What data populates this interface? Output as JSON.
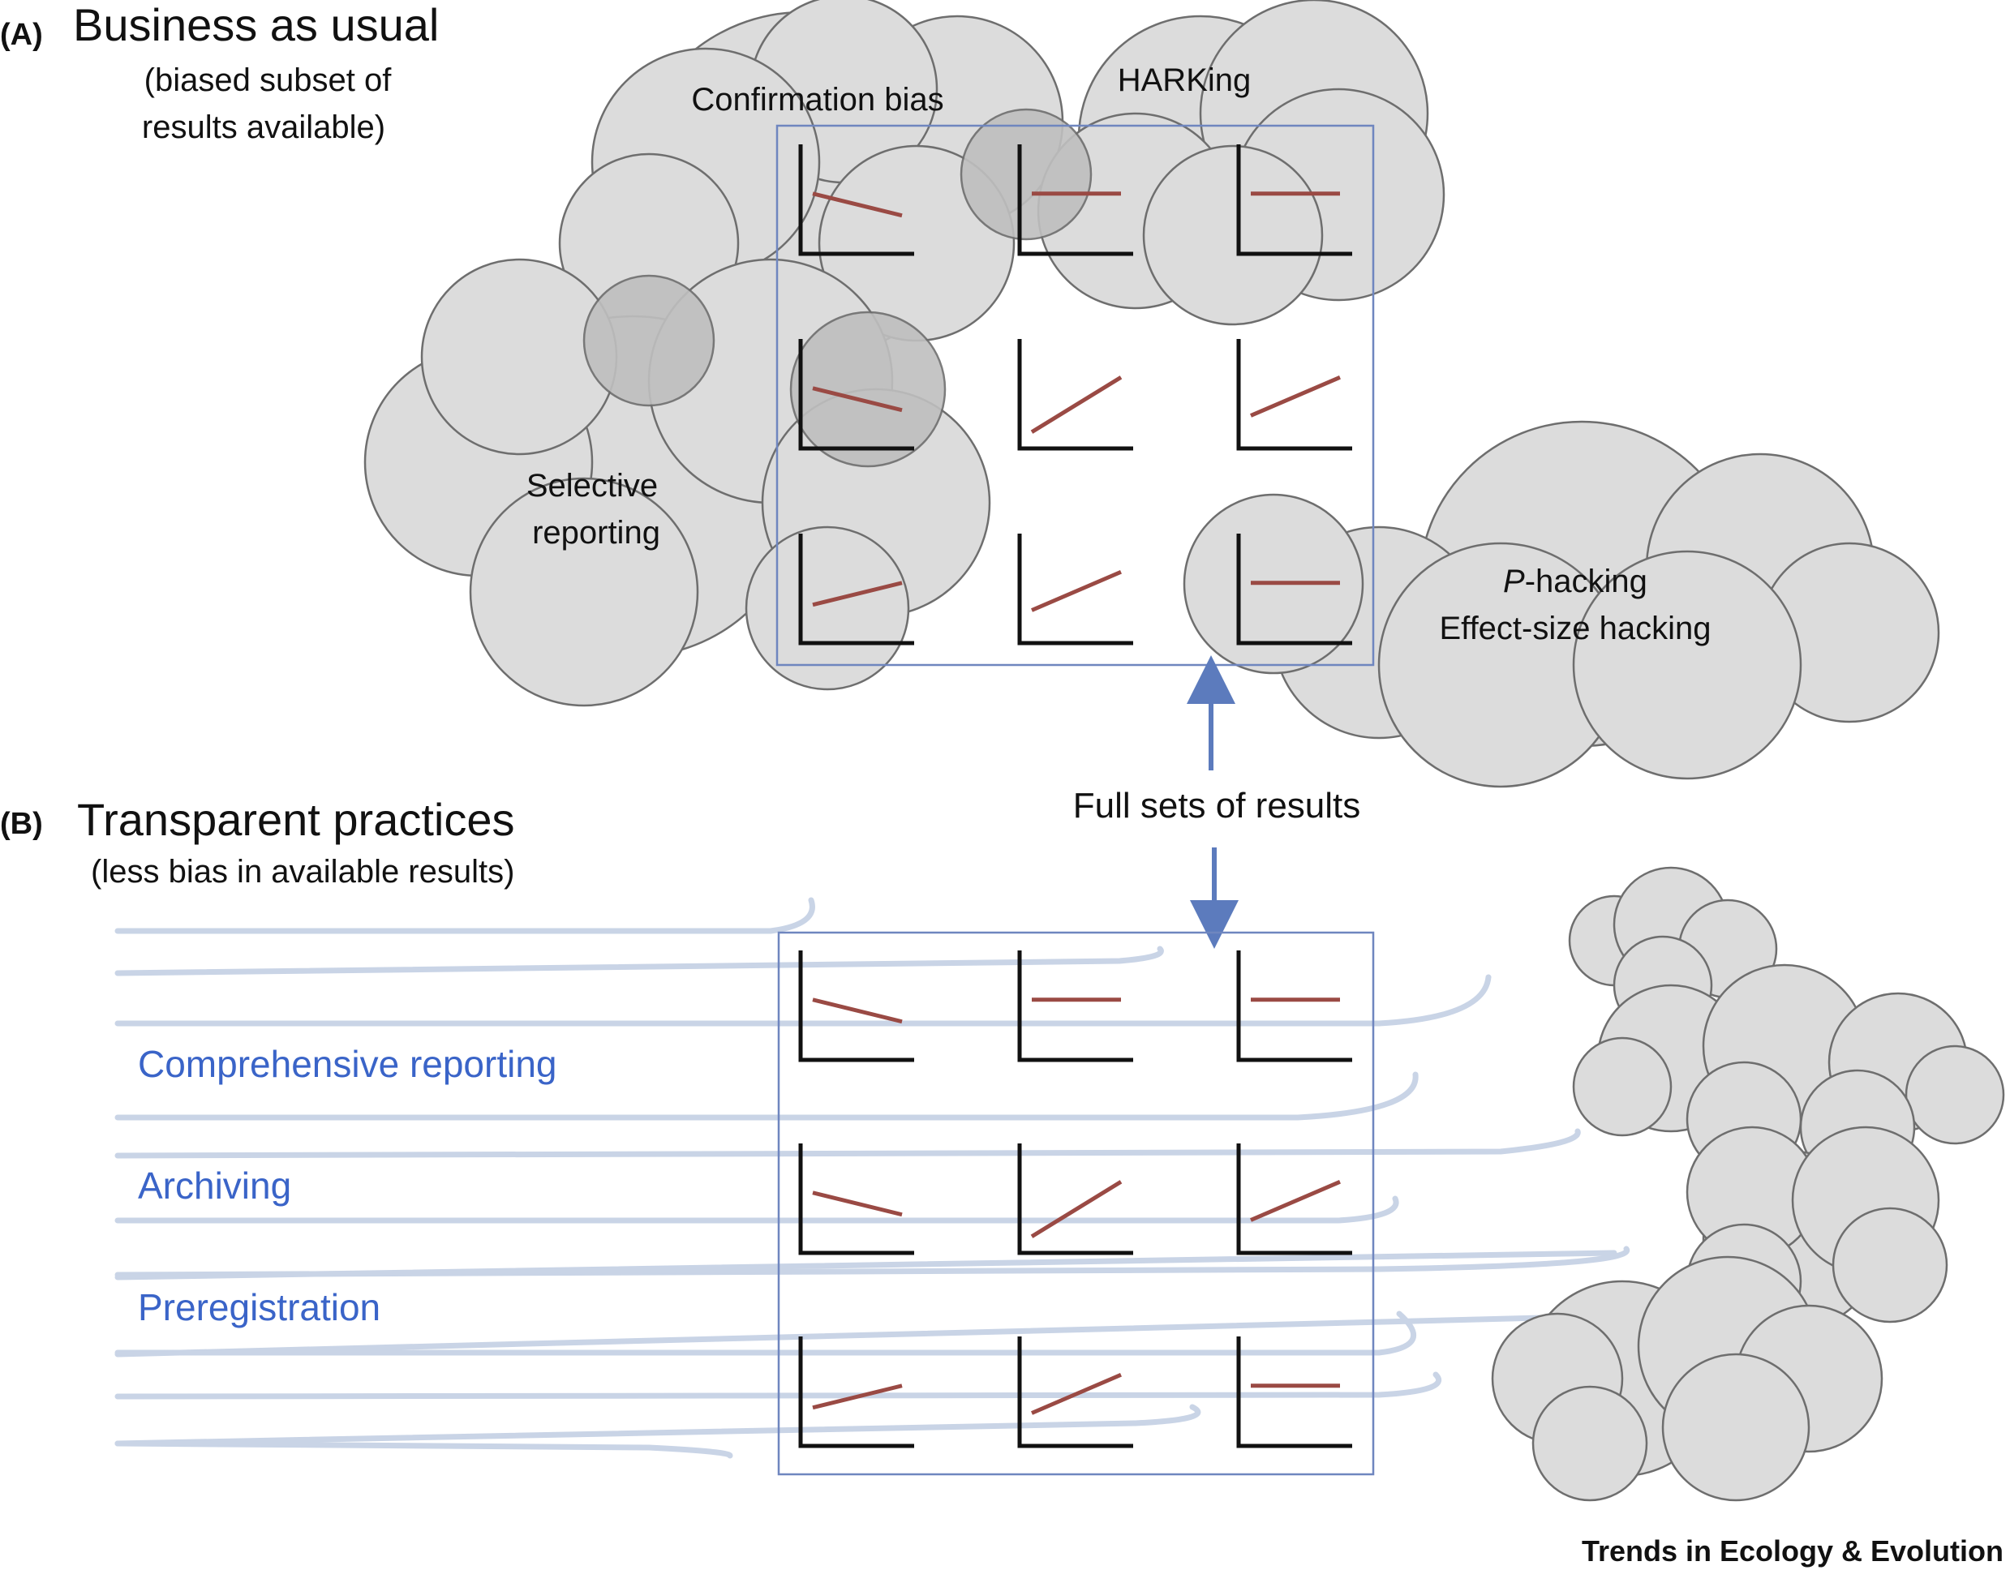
{
  "panel_a": {
    "letter": "(A)",
    "title": "Business as usual",
    "subtitle_line1": "(biased subset of",
    "subtitle_line2": "results available)",
    "clouds": {
      "confirmation_bias": "Confirmation bias",
      "harking": "HARKing",
      "selective_reporting_line1": "Selective",
      "selective_reporting_line2": "reporting",
      "p_hacking_italic": "P",
      "p_hacking_rest": "-hacking",
      "effect_size_hacking": "Effect-size hacking"
    },
    "plot_trends": [
      "down",
      "flat",
      "flat",
      "down",
      "up-steep",
      "up",
      "up-shallow",
      "up",
      "flat"
    ]
  },
  "center_label": "Full sets of results",
  "panel_b": {
    "letter": "(B)",
    "title": "Transparent practices",
    "subtitle": "(less bias in available results)",
    "practices": [
      "Comprehensive reporting",
      "Archiving",
      "Preregistration"
    ],
    "plot_trends": [
      "down",
      "flat",
      "flat",
      "down",
      "up-steep",
      "up",
      "up-shallow",
      "up",
      "flat"
    ]
  },
  "footer": "Trends in Ecology & Evolution",
  "colors": {
    "cloud_fill": "#dcdcdc",
    "cloud_overlap": "#c2c2c2",
    "cloud_stroke": "#6e6e6e",
    "box_stroke": "#6f86bf",
    "plot_line": "#9a4a44",
    "practice_text": "#3a64c8",
    "wind": "#c9d4e6",
    "arrow": "#5c7bbd"
  },
  "icons": [
    "cloud-shape",
    "arrow-up-icon",
    "arrow-down-icon",
    "wind-line"
  ]
}
